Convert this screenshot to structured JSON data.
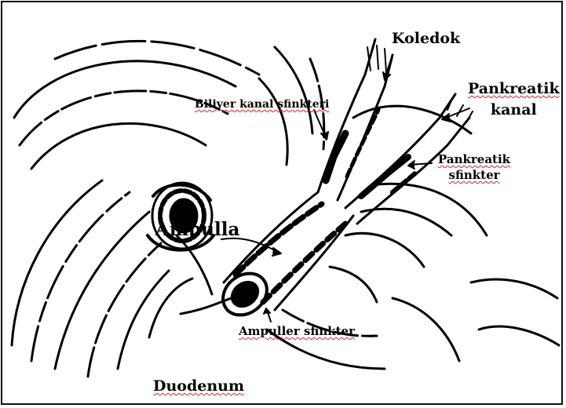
{
  "labels": {
    "koledok": "Koledok",
    "pankreatik_kanal_line1": "Pankreatik",
    "pankreatik_kanal_line2": "kanal",
    "biliyer": "Biliyer kanal sfinkteri",
    "pankreatik_sfinkter_line1": "Pankreatik",
    "pankreatik_sfinkter_line2": "sfinkter",
    "ampulla": "Ampulla",
    "ampuller": "Ampuller sfinkter",
    "duodenum": "Duodenum"
  },
  "colors": {
    "ink": "#000000",
    "spellcheck_underline": "#d22222",
    "frame": "#111111"
  }
}
